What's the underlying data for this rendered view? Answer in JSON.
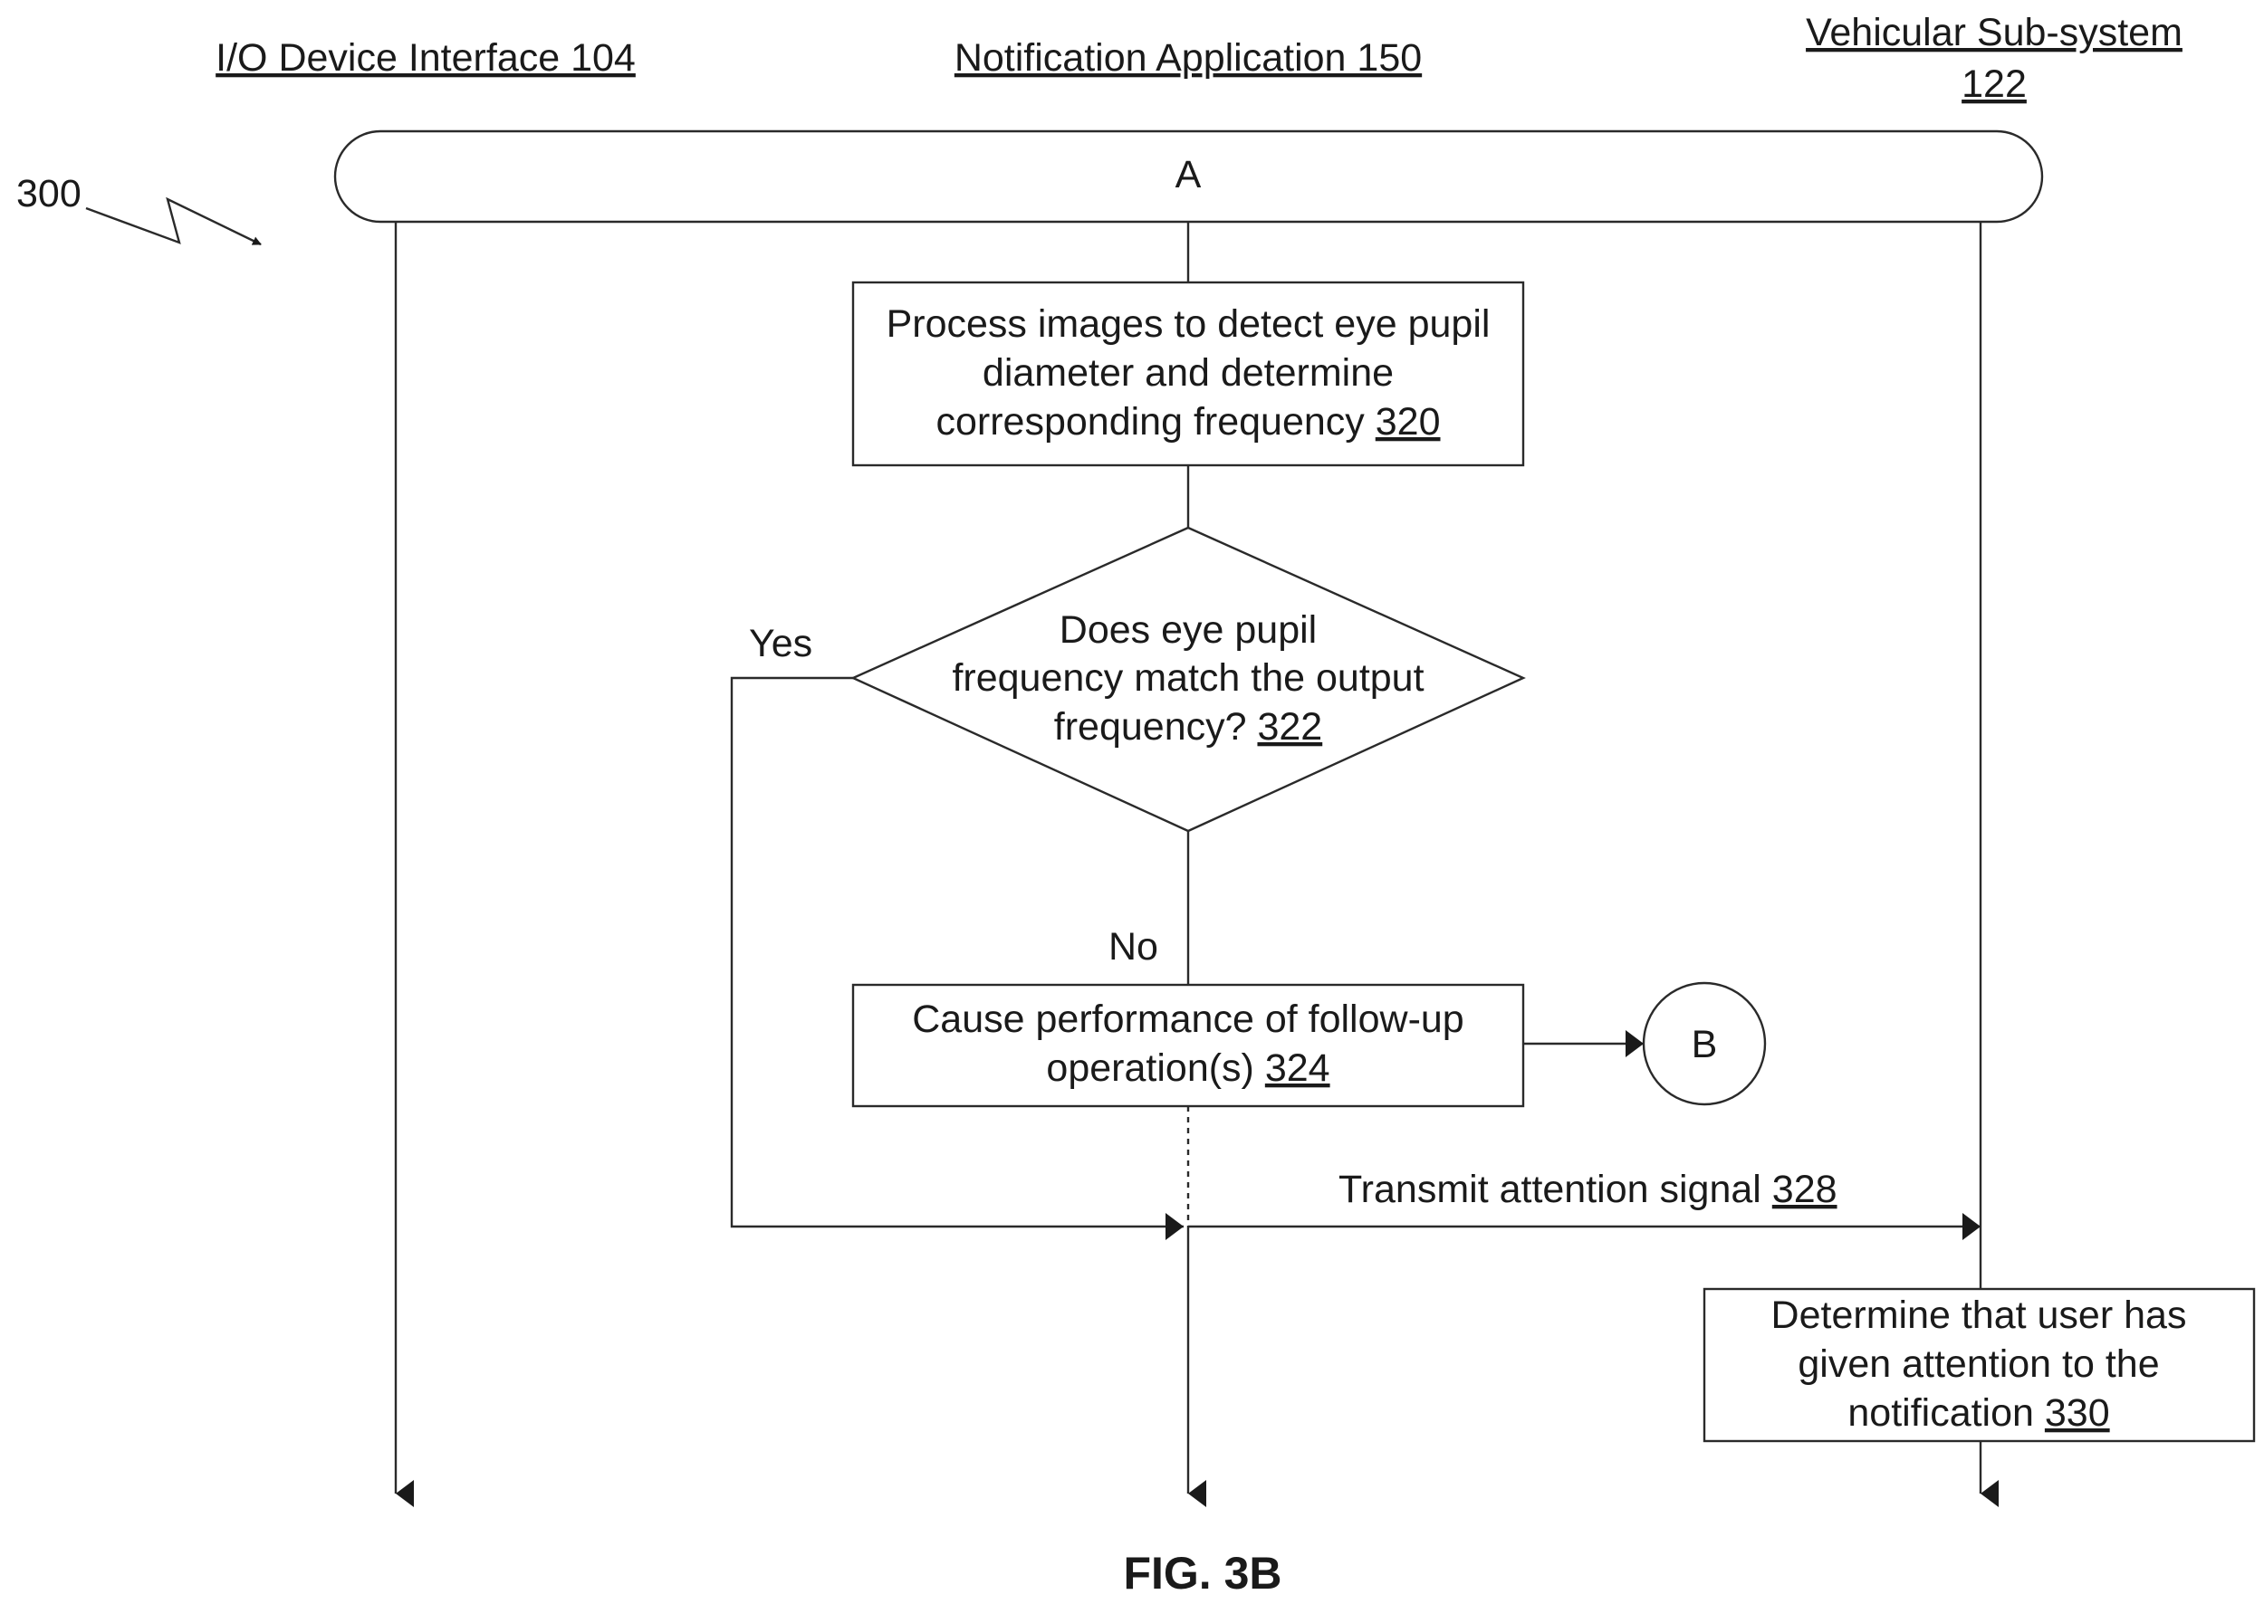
{
  "lanes": {
    "io": "I/O Device Interface 104",
    "app": "Notification Application 150",
    "vehicle_line1": "Vehicular Sub-system",
    "vehicle_line2": "122"
  },
  "ref_number": "300",
  "connector_a": "A",
  "step_320": {
    "line1": "Process images to detect eye pupil",
    "line2": "diameter and determine",
    "line3": "corresponding frequency ",
    "ref": "320"
  },
  "step_322": {
    "line1": "Does eye pupil",
    "line2": "frequency match the output",
    "line3": "frequency? ",
    "ref": "322"
  },
  "yes_label": "Yes",
  "no_label": "No",
  "step_324": {
    "line1": "Cause performance of follow-up",
    "line2": "operation(s) ",
    "ref": "324"
  },
  "connector_b": "B",
  "step_328": {
    "label": "Transmit attention signal ",
    "ref": "328"
  },
  "step_330": {
    "line1": "Determine that user has",
    "line2": "given attention to the",
    "line3": "notification ",
    "ref": "330"
  },
  "figure_label": "FIG. 3B"
}
